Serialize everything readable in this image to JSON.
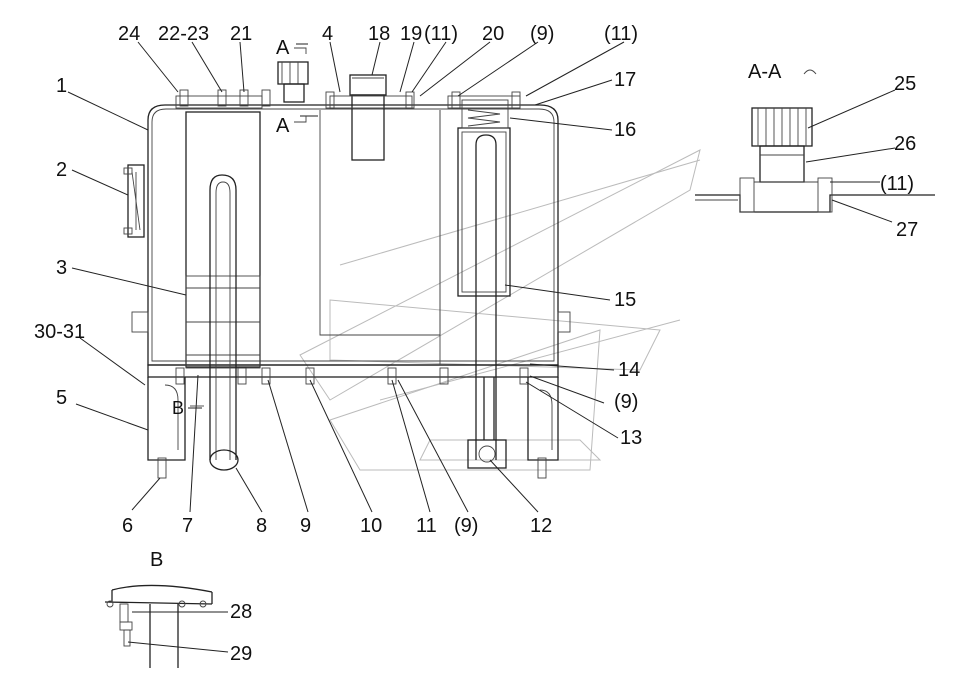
{
  "callouts": {
    "c1": "1",
    "c2": "2",
    "c3": "3",
    "c4": "4",
    "c5": "5",
    "c6": "6",
    "c7": "7",
    "c8": "8",
    "c9": "9",
    "c10": "10",
    "c11": "11",
    "c12": "12",
    "c13": "13",
    "c14": "14",
    "c15": "15",
    "c16": "16",
    "c17": "17",
    "c18": "18",
    "c19": "19",
    "c20": "20",
    "c21": "21",
    "c22_23": "22-23",
    "c24": "24",
    "c25": "25",
    "c26": "26",
    "c27": "27",
    "c28": "28",
    "c29": "29",
    "c30_31": "30-31",
    "c9_p1": "(9)",
    "c9_p2": "(9)",
    "c9_p3": "(9)",
    "c11_p1": "(11)",
    "c11_p2": "(11)",
    "c11_p3": "(11)"
  },
  "section": {
    "a_label_top": "A",
    "a_label_mid": "A",
    "aa_title": "A-A",
    "b_label_mark": "B",
    "b_title": "B"
  }
}
